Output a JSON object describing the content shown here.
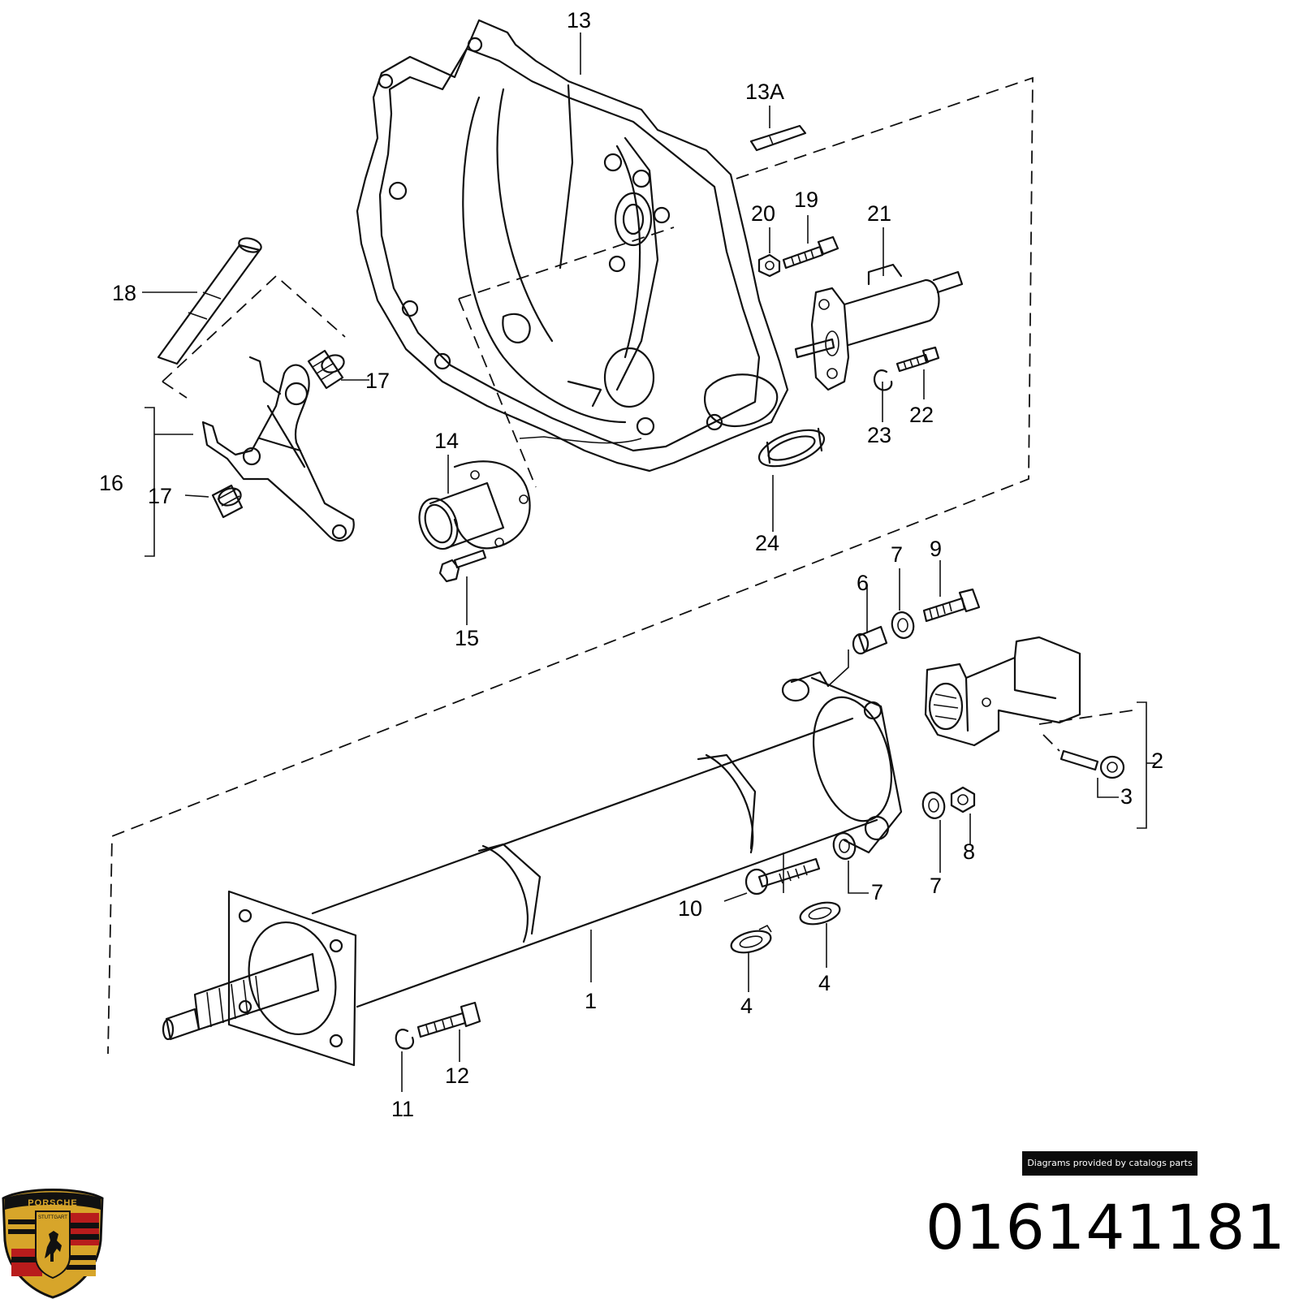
{
  "callouts": [
    "13",
    "13A",
    "20",
    "19",
    "21",
    "18",
    "17",
    "16",
    "17",
    "14",
    "24",
    "23",
    "22",
    "15",
    "6",
    "7",
    "9",
    "2",
    "3",
    "8",
    "7",
    "7",
    "10",
    "1",
    "4",
    "4",
    "12",
    "11"
  ],
  "credit": "Diagrams provided by catalogs parts",
  "part_number": "016141181",
  "logo": {
    "brand": "PORSCHE",
    "city": "STUTTGART",
    "colors": {
      "gold": "#d7a52a",
      "red": "#b81c1c",
      "black": "#111111"
    }
  }
}
